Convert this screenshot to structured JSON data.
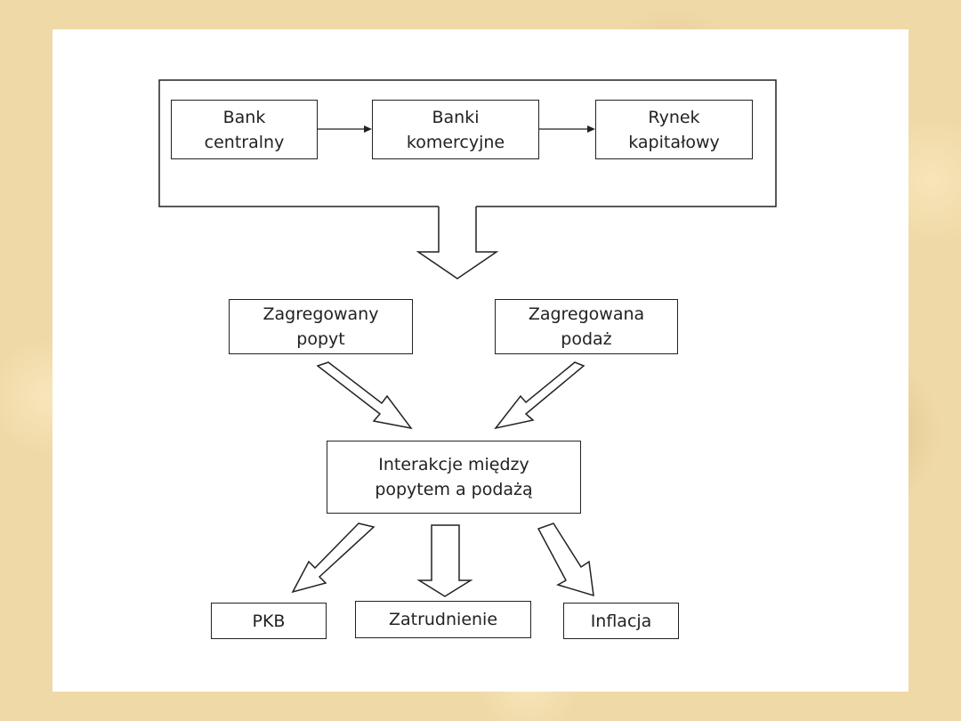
{
  "top_group": {
    "bank_centralny": "Bank\ncentralny",
    "banki_komercyjne": "Banki\nkomercyjne",
    "rynek_kapitalowy": "Rynek\nkapitałowy"
  },
  "middle": {
    "zagregowany_popyt": "Zagregowany\npopyt",
    "zagregowana_podaz": "Zagregowana\npodaż"
  },
  "interaction": {
    "label": "Interakcje między\npopytem a podażą"
  },
  "outcomes": {
    "pkb": "PKB",
    "zatrudnienie": "Zatrudnienie",
    "inflacja": "Inflacja"
  },
  "colors": {
    "background": "#efd9a6",
    "slide": "#ffffff",
    "stroke": "#222222"
  }
}
